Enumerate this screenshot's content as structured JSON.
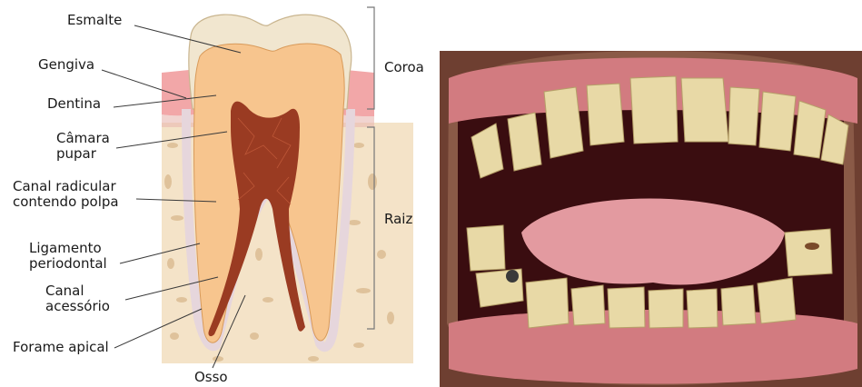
{
  "labels": {
    "esmalte": "Esmalte",
    "gengiva": "Gengiva",
    "dentina": "Dentina",
    "camara_line1": "Câmara",
    "camara_line2": "pupar",
    "canal_line1": "Canal radicular",
    "canal_line2": "contendo polpa",
    "ligamento_line1": "Ligamento",
    "ligamento_line2": "periodontal",
    "acessorio_line1": "Canal",
    "acessorio_line2": "acessório",
    "forame": "Forame apical",
    "osso": "Osso",
    "coroa": "Coroa",
    "raiz": "Raiz"
  },
  "colors": {
    "enamel": "#f1e6cf",
    "dentin": "#f7c58e",
    "pulp": "#9a3b22",
    "gum": "#f2a7a8",
    "bone": "#f4e3c8",
    "bone_spots": "#d8b88c",
    "ligament": "#e6d6dc",
    "mouth_dark": "#3a0d10",
    "gum_photo": "#d27b80",
    "teeth_photo": "#e8d9a6",
    "tongue": "#e39aa0",
    "skin": "#8a5a47"
  }
}
